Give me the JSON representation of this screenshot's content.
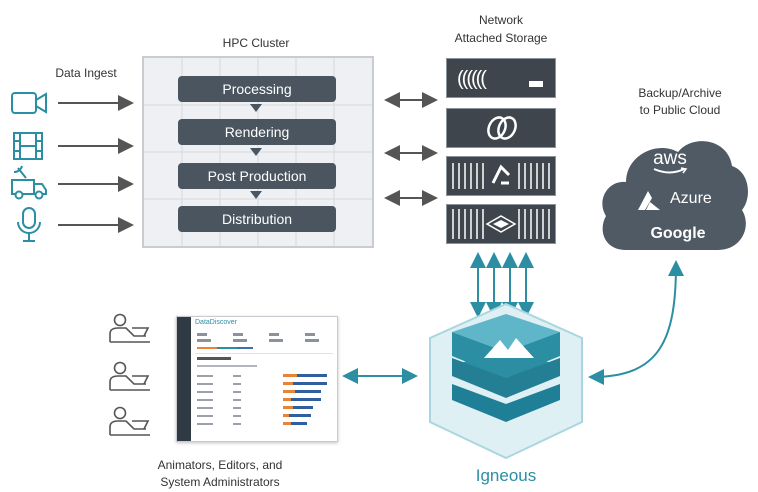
{
  "labels": {
    "data_ingest": "Data Ingest",
    "hpc_cluster": "HPC Cluster",
    "nas_line1": "Network",
    "nas_line2": "Attached Storage",
    "backup_line1": "Backup/Archive",
    "backup_line2": "to Public Cloud",
    "users_line1": "Animators, Editors, and",
    "users_line2": "System Administrators",
    "igneous": "Igneous"
  },
  "stages": [
    "Processing",
    "Rendering",
    "Post Production",
    "Distribution"
  ],
  "cloud_providers": [
    "aws",
    "Azure",
    "Google"
  ],
  "ingest_icons": [
    "video-camera-icon",
    "film-strip-icon",
    "broadcast-truck-icon",
    "microphone-icon"
  ],
  "dashboard": {
    "title": "DataDiscover"
  },
  "colors": {
    "accent": "#2b8ea3",
    "stage_bg": "#4a5560",
    "nas_bg": "#3e454c",
    "cloud": "#4f5a64"
  }
}
